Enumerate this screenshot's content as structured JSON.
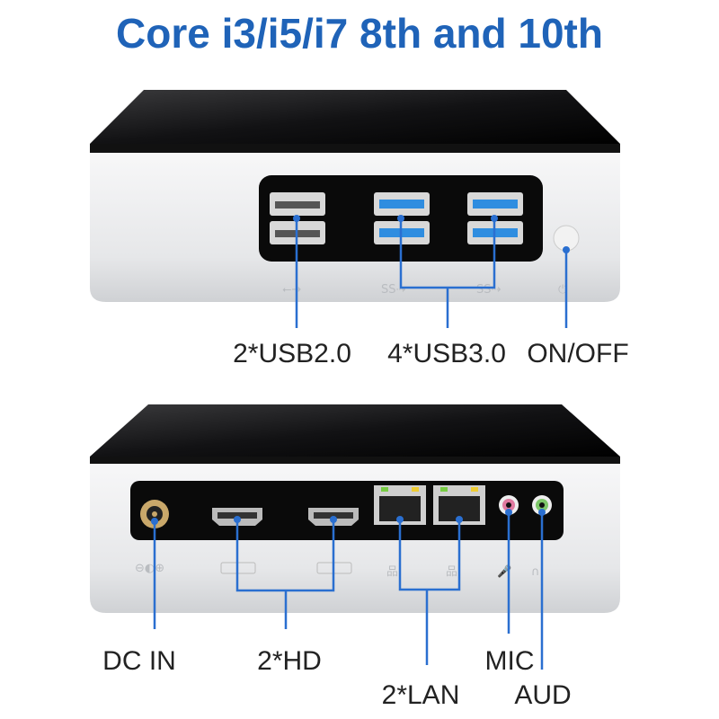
{
  "title": "Core i3/i5/i7 8th and 10th",
  "front": {
    "labels": {
      "usb2": "2*USB2.0",
      "usb3": "4*USB3.0",
      "power": "ON/OFF"
    },
    "port_glyphs": {
      "usb": "⭠→",
      "ss_usb": "SS⇢"
    }
  },
  "rear": {
    "labels": {
      "dc": "DC IN",
      "hd": "2*HD",
      "lan": "2*LAN",
      "mic": "MIC",
      "aud": "AUD"
    }
  },
  "colors": {
    "accent": "#1f63b8",
    "line": "#2a6fd0",
    "usb3": "#2f8de0"
  }
}
